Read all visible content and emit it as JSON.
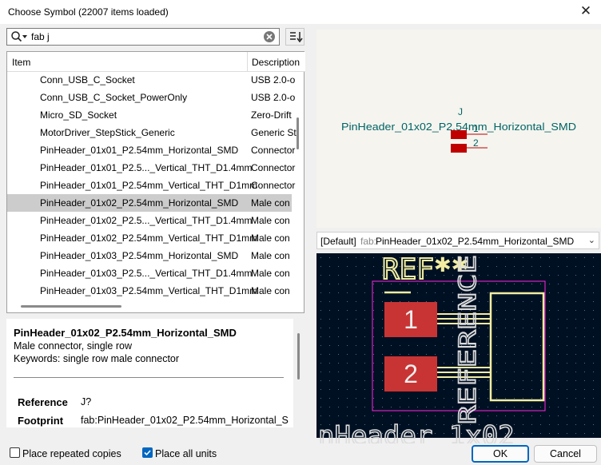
{
  "window": {
    "title": "Choose Symbol (22007 items loaded)",
    "close_glyph": "✕"
  },
  "search": {
    "value": "fab j",
    "placeholder": ""
  },
  "tree": {
    "columns": [
      "Item",
      "Description"
    ],
    "rows": [
      {
        "name": "Conn_USB_C_Socket",
        "desc": "USB 2.0-o"
      },
      {
        "name": "Conn_USB_C_Socket_PowerOnly",
        "desc": "USB 2.0-o"
      },
      {
        "name": "Micro_SD_Socket",
        "desc": "Zero-Drift"
      },
      {
        "name": "MotorDriver_StepStick_Generic",
        "desc": "Generic St"
      },
      {
        "name": "PinHeader_01x01_P2.54mm_Horizontal_SMD",
        "desc": "Connector"
      },
      {
        "name": "PinHeader_01x01_P2.5..._Vertical_THT_D1.4mm",
        "desc": "Connector"
      },
      {
        "name": "PinHeader_01x01_P2.54mm_Vertical_THT_D1mm",
        "desc": "Connector"
      },
      {
        "name": "PinHeader_01x02_P2.54mm_Horizontal_SMD",
        "desc": "Male con"
      },
      {
        "name": "PinHeader_01x02_P2.5..._Vertical_THT_D1.4mm",
        "desc": "Male con"
      },
      {
        "name": "PinHeader_01x02_P2.54mm_Vertical_THT_D1mm",
        "desc": "Male con"
      },
      {
        "name": "PinHeader_01x03_P2.54mm_Horizontal_SMD",
        "desc": "Male con"
      },
      {
        "name": "PinHeader_01x03_P2.5..._Vertical_THT_D1.4mm",
        "desc": "Male con"
      },
      {
        "name": "PinHeader_01x03_P2.54mm_Vertical_THT_D1mm",
        "desc": "Male con"
      }
    ],
    "selected_index": 7
  },
  "details": {
    "name": "PinHeader_01x02_P2.54mm_Horizontal_SMD",
    "description": "Male connector, single row",
    "keywords": "Keywords: single row male connector",
    "reference_label": "Reference",
    "reference_value": "J?",
    "footprint_label": "Footprint",
    "footprint_value": "fab:PinHeader_01x02_P2.54mm_Horizontal_S"
  },
  "symbol_preview": {
    "ref": "J",
    "value": "PinHeader_01x02_P2.54mm_Horizontal_SMD",
    "pins": [
      "1",
      "2"
    ]
  },
  "footprint_select": {
    "prefix": "[Default]",
    "library": "fab:",
    "name": "PinHeader_01x02_P2.54mm_Horizontal_SMD"
  },
  "footprint_preview": {
    "ref_text": "REF**",
    "pads": [
      "1",
      "2"
    ],
    "vertical_text": "REFERENCE",
    "bottom_text": "nHeader_1x02"
  },
  "bottom": {
    "place_repeated_copies": {
      "label": "Place repeated copies",
      "checked": false
    },
    "place_all_units": {
      "label": "Place all units",
      "checked": true
    },
    "ok_label": "OK",
    "cancel_label": "Cancel"
  },
  "colors": {
    "symbol_body": "#c00000",
    "symbol_text": "#006464",
    "pcb_background": "#001023",
    "pad": "#c83434",
    "silkscreen": "#f2eda1",
    "courtyard": "#ff26e2",
    "accent": "#0067c0"
  }
}
